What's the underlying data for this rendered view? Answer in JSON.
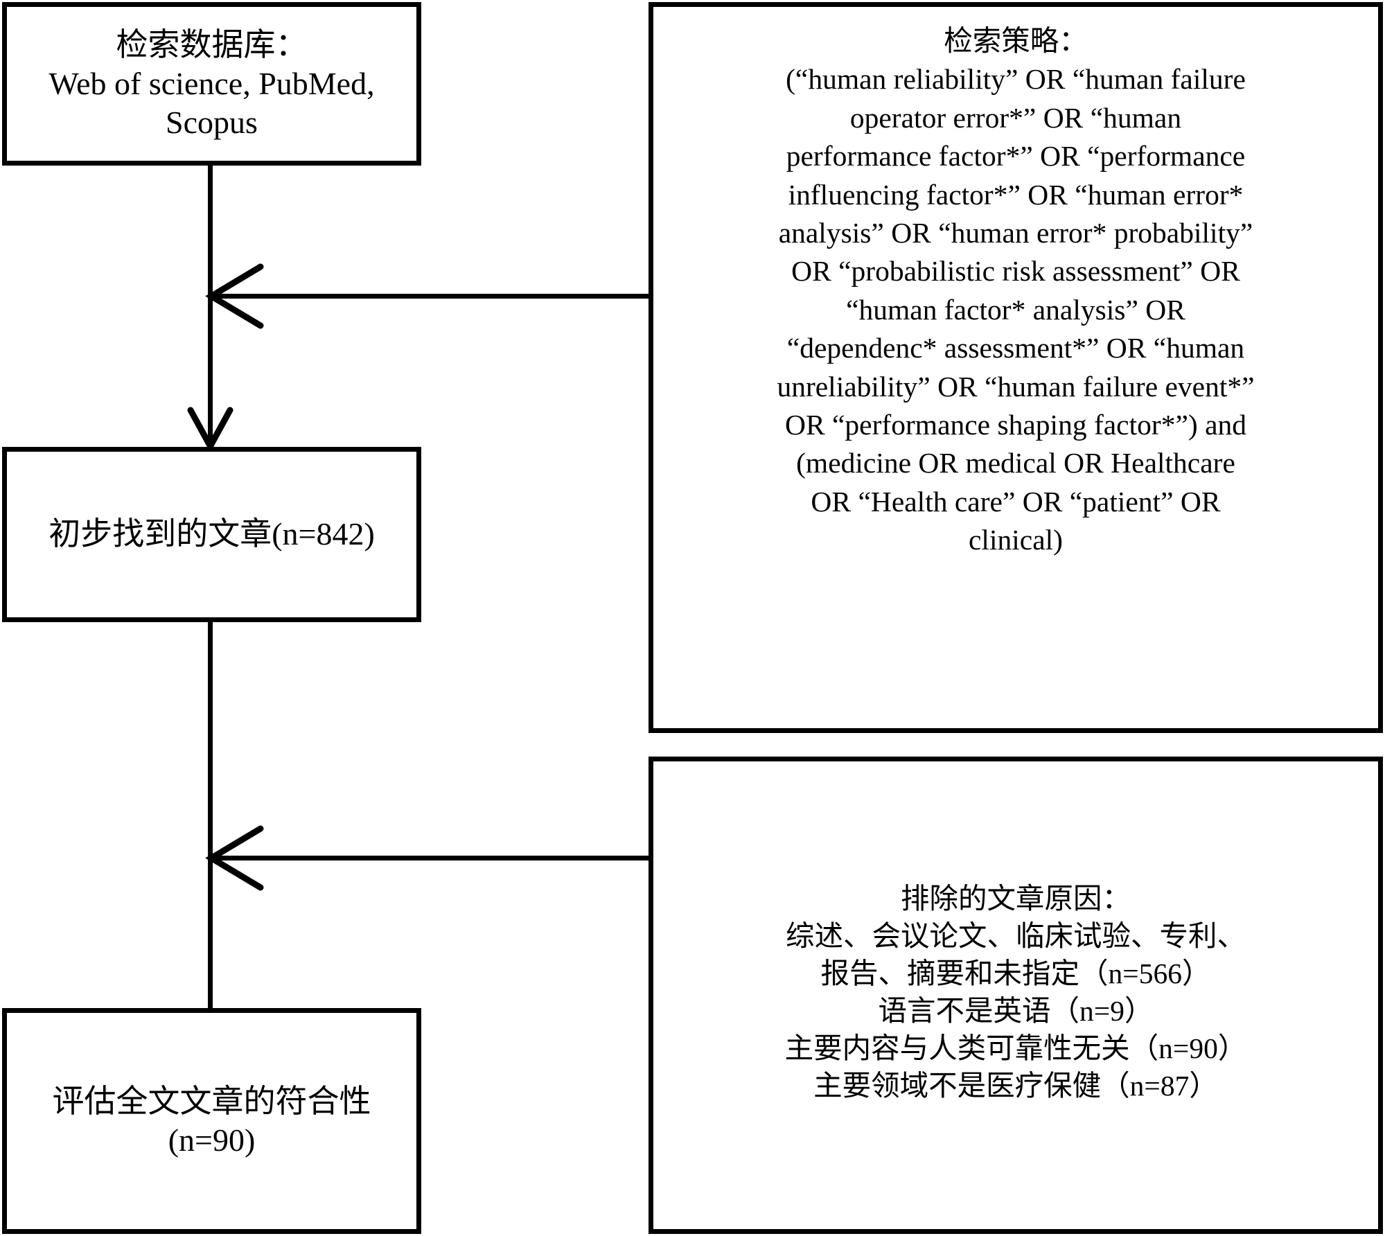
{
  "diagram": {
    "title": "PRISMA-style literature search flowchart",
    "boxes": {
      "databases": {
        "label": "检索数据库：\nWeb of science, PubMed,\nScopus",
        "heading": "检索数据库：",
        "items": [
          "Web of science",
          "PubMed",
          "Scopus"
        ]
      },
      "initial_articles": {
        "label": "初步找到的文章(n=842)",
        "count": 842
      },
      "fulltext_assessment": {
        "label": "评估全文文章的符合性\n(n=90)",
        "count": 90
      },
      "search_strategy": {
        "heading": "检索策略：",
        "label": "检索策略：\n(“human reliability” OR “human failure\noperator error*” OR “human\nperformance factor*” OR “performance\ninfluencing factor*” OR “human error*\nanalysis” OR “human error* probability”\nOR “probabilistic risk assessment” OR\n“human factor* analysis” OR\n“dependenc* assessment*” OR “human\nunreliability” OR “human failure event*”\nOR “performance shaping factor*”) and\n(medicine OR medical OR Healthcare\nOR “Health care” OR “patient” OR\nclinical)",
        "query": "(“human reliability” OR “human failure operator error*” OR “human performance factor*” OR “performance influencing factor*” OR “human error* analysis” OR “human error* probability” OR “probabilistic risk assessment” OR “human factor* analysis” OR “dependenc* assessment*” OR “human unreliability” OR “human failure event*” OR “performance shaping factor*”) and (medicine OR medical OR Healthcare OR “Health care” OR “patient” OR clinical)"
      },
      "exclusion_reasons": {
        "heading": "排除的文章原因：",
        "label": "排除的文章原因：\n综述、会议论文、临床试验、专利、\n报告、摘要和未指定（n=566）\n语言不是英语（n=9）\n主要内容与人类可靠性无关（n=90）\n主要领域不是医疗保健（n=87）",
        "reasons": [
          {
            "text": "综述、会议论文、临床试验、专利、报告、摘要和未指定",
            "n": 566
          },
          {
            "text": "语言不是英语",
            "n": 9
          },
          {
            "text": "主要内容与人类可靠性无关",
            "n": 90
          },
          {
            "text": "主要领域不是医疗保健",
            "n": 87
          }
        ]
      }
    },
    "connectors": [
      {
        "from": "databases",
        "to": "initial_articles",
        "type": "vertical-arrow-down"
      },
      {
        "from": "search_strategy",
        "to": "databases-to-initial-line",
        "type": "horizontal-arrow-left"
      },
      {
        "from": "initial_articles",
        "to": "fulltext_assessment",
        "type": "vertical-arrow-down"
      },
      {
        "from": "exclusion_reasons",
        "to": "initial-to-fulltext-line",
        "type": "horizontal-arrow-left"
      }
    ],
    "colors": {
      "stroke": "#000000",
      "background": "#ffffff",
      "text": "#000000"
    }
  }
}
